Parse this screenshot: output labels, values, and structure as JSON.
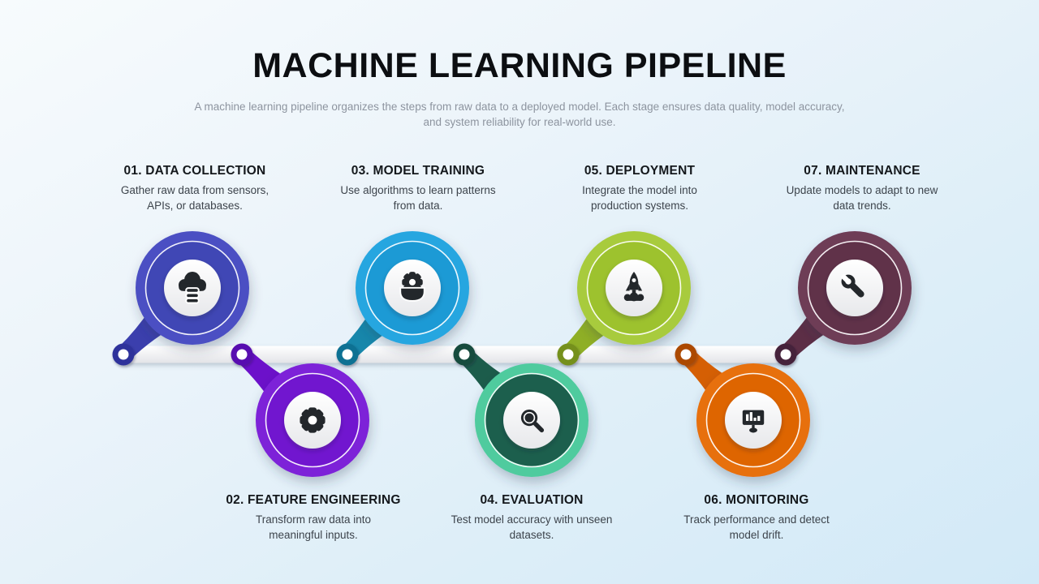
{
  "title": "MACHINE LEARNING PIPELINE",
  "subtitle": "A machine learning pipeline organizes the steps from raw data to a deployed model. Each stage ensures data quality, model accuracy, and system reliability for real-world use.",
  "timeline": {
    "bar_color_top": "#ffffff",
    "bar_color_bottom": "#e3e4e8"
  },
  "stages": [
    {
      "number": "01.",
      "name": "DATA COLLECTION",
      "description": "Gather raw data from sensors, APIs, or databases.",
      "icon": "cloud-database-icon",
      "colors": {
        "main": "#4B50C3",
        "inner": "#4146B5",
        "tail": "#3B3FAD",
        "ring": "#2F339B"
      }
    },
    {
      "number": "02.",
      "name": "FEATURE ENGINEERING",
      "description": "Transform raw data into meaningful inputs.",
      "icon": "gear-icon",
      "colors": {
        "main": "#7D22D8",
        "inner": "#7114CF",
        "tail": "#6C11CA",
        "ring": "#580AB0"
      }
    },
    {
      "number": "03.",
      "name": "MODEL TRAINING",
      "description": "Use algorithms to learn patterns from data.",
      "icon": "gear-machine-icon",
      "colors": {
        "main": "#27A6E0",
        "inner": "#1E9AD5",
        "tail": "#1787AB",
        "ring": "#0F7193"
      }
    },
    {
      "number": "04.",
      "name": "EVALUATION",
      "description": "Test model accuracy with unseen datasets.",
      "icon": "search-icon",
      "colors": {
        "main": "#4FCB9E",
        "inner": "#1D5F4E",
        "tail": "#1C5C4B",
        "ring": "#164B3E"
      }
    },
    {
      "number": "05.",
      "name": "DEPLOYMENT",
      "description": "Integrate the model into production systems.",
      "icon": "rocket-launch-icon",
      "colors": {
        "main": "#A8CB3C",
        "inner": "#9DC22E",
        "tail": "#8FAF26",
        "ring": "#75901B"
      }
    },
    {
      "number": "06.",
      "name": "MONITORING",
      "description": "Track performance and detect model drift.",
      "icon": "monitor-chart-icon",
      "colors": {
        "main": "#E7700F",
        "inner": "#DE6506",
        "tail": "#D55F04",
        "ring": "#AC4A05"
      }
    },
    {
      "number": "07.",
      "name": "MAINTENANCE",
      "description": "Update models to adapt to new data trends.",
      "icon": "wrench-icon",
      "colors": {
        "main": "#6E3C57",
        "inner": "#603048",
        "tail": "#5C2E46",
        "ring": "#45203A"
      }
    }
  ]
}
